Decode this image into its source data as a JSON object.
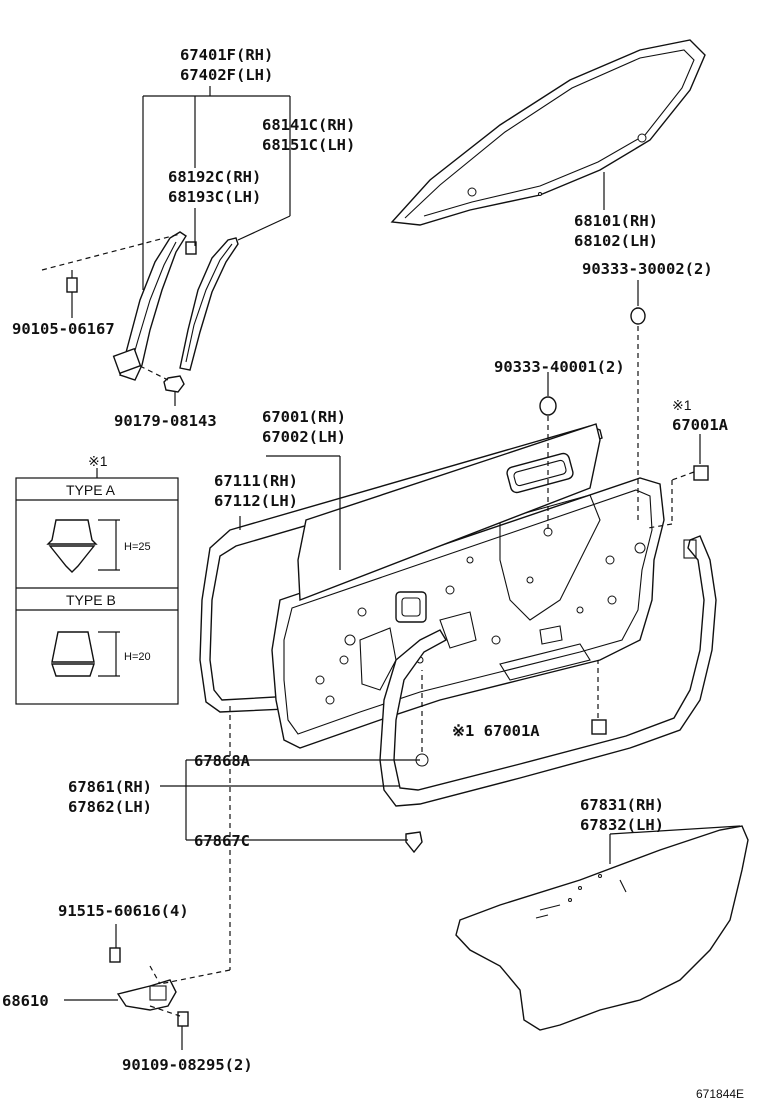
{
  "labels": {
    "p67401": "67401F(RH)",
    "p67402": "67402F(LH)",
    "p68141": "68141C(RH)",
    "p68151": "68151C(LH)",
    "p68192": "68192C(RH)",
    "p68193": "68193C(LH)",
    "p90105": "90105-06167",
    "p90179": "90179-08143",
    "p68101": "68101(RH)",
    "p68102": "68102(LH)",
    "p90333a": "90333-30002(2)",
    "p90333b": "90333-40001(2)",
    "p67001": "67001(RH)",
    "p67002": "67002(LH)",
    "p67001A_top": "67001A",
    "mark_top": "※1",
    "p67111": "67111(RH)",
    "p67112": "67112(LH)",
    "p67001A_mid": "※1 67001A",
    "p67868A": "67868A",
    "p67861": "67861(RH)",
    "p67862": "67862(LH)",
    "p67867C": "67867C",
    "p67831": "67831(RH)",
    "p67832": "67832(LH)",
    "p91515": "91515-60616(4)",
    "p68610": "68610",
    "p90109": "90109-08295(2)"
  },
  "legend": {
    "mark": "※1",
    "type_a": "TYPE A",
    "type_a_h": "H=25",
    "type_b": "TYPE B",
    "type_b_h": "H=20"
  },
  "diagram_code": "671844E"
}
